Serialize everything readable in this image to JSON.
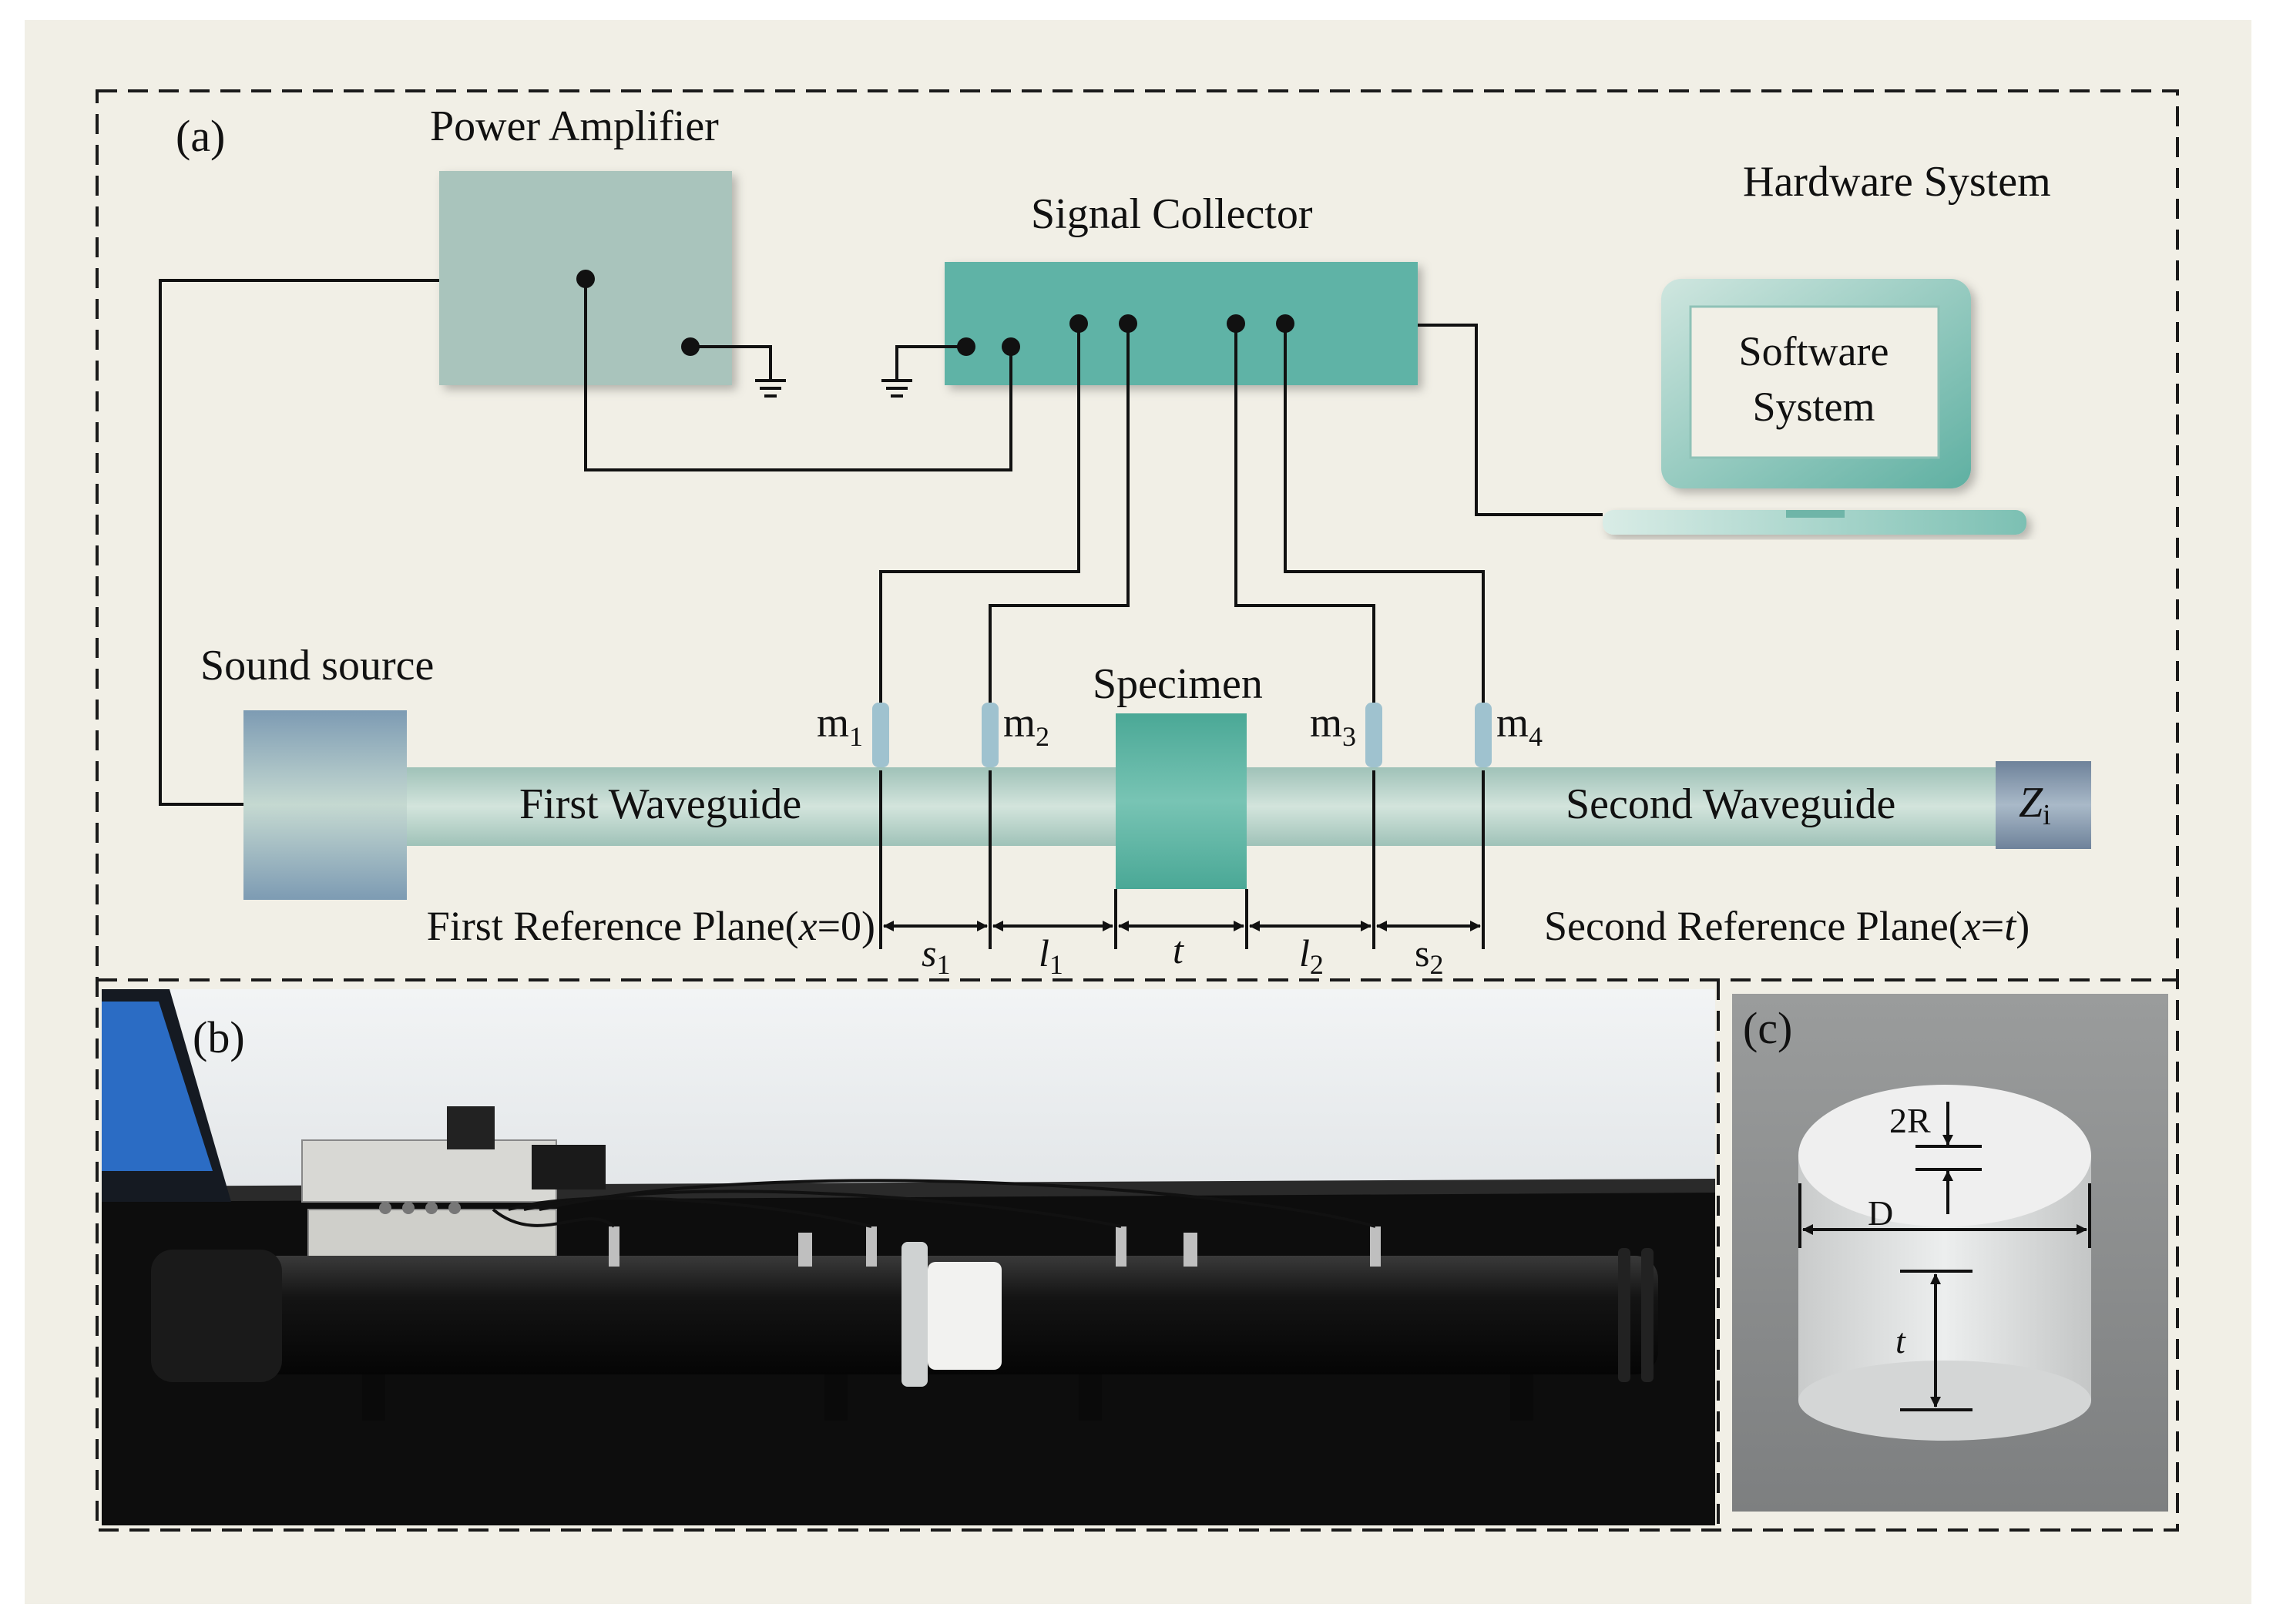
{
  "colors": {
    "background": "#f1efe6",
    "panel_border": "#1a1a1a",
    "amplifier": "#a9c4bc",
    "collector": "#5fb3a6",
    "specimen": "#55b4a2",
    "waveguide": "#b6d1c7",
    "laptop": "#7ebfb3",
    "impedance": "#7f93a8"
  },
  "panel_a": {
    "label": "(a)",
    "power_amplifier": "Power Amplifier",
    "signal_collector": "Signal Collector",
    "hardware_system": "Hardware System",
    "software_line1": "Software",
    "software_line2": "System",
    "sound_source": "Sound source",
    "specimen": "Specimen",
    "first_waveguide": "First Waveguide",
    "second_waveguide": "Second Waveguide",
    "impedance": {
      "main": "Z",
      "sub": "i"
    },
    "mics": [
      {
        "main": "m",
        "sub": "1"
      },
      {
        "main": "m",
        "sub": "2"
      },
      {
        "main": "m",
        "sub": "3"
      },
      {
        "main": "m",
        "sub": "4"
      }
    ],
    "ref_plane_1": {
      "prefix": "First Reference Plane(",
      "var": "x",
      "suffix": "=0)"
    },
    "ref_plane_2": {
      "prefix": "Second Reference Plane(",
      "var": "x",
      "eq": "=",
      "var2": "t",
      "suffix": ")"
    },
    "dims": [
      {
        "main": "s",
        "sub": "1"
      },
      {
        "main": "l",
        "sub": "1"
      },
      {
        "main": "t",
        "sub": ""
      },
      {
        "main": "l",
        "sub": "2"
      },
      {
        "main": "s",
        "sub": "2"
      }
    ]
  },
  "panel_b": {
    "label": "(b)"
  },
  "panel_c": {
    "label": "(c)",
    "hole_dim": "2R",
    "diameter": "D",
    "thickness": "t"
  }
}
